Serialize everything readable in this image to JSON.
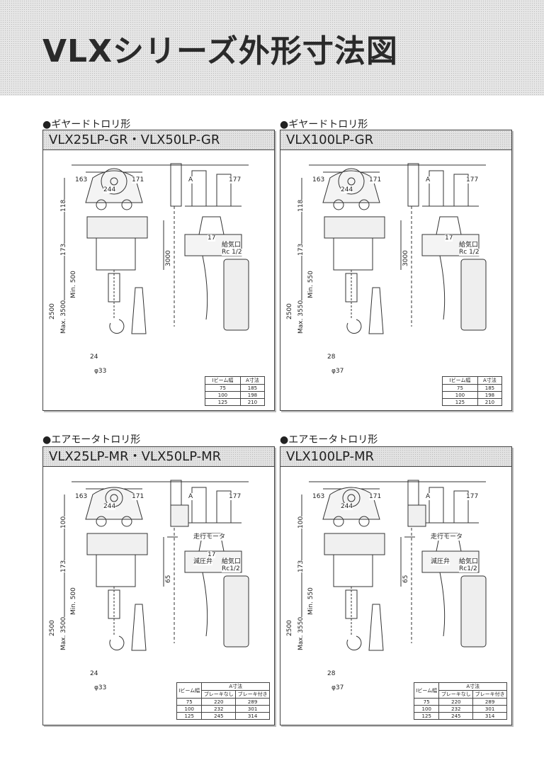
{
  "title": "VLXシリーズ外形寸法図",
  "panels": [
    {
      "section": "●ギヤードトロリ形",
      "model": "VLX25LP-GR・VLX50LP-GR",
      "type": "GR",
      "dims": {
        "w1": "163",
        "w2": "171",
        "w3": "244",
        "h1": "118",
        "h2": "173",
        "h3": "3000",
        "min": "Min. 500",
        "max": "Max. 3500",
        "lift": "2500",
        "hook": "24",
        "dia": "φ33",
        "a": "A",
        "a2": "177",
        "d17": "17",
        "air": "給気口",
        "rc": "Rc 1/2"
      },
      "table": {
        "headers": [
          "Iビーム幅",
          "A寸法"
        ],
        "rows": [
          [
            "75",
            "185"
          ],
          [
            "100",
            "198"
          ],
          [
            "125",
            "210"
          ]
        ]
      }
    },
    {
      "section": "●ギヤードトロリ形",
      "model": "VLX100LP-GR",
      "type": "GR",
      "dims": {
        "w1": "163",
        "w2": "171",
        "w3": "244",
        "h1": "118",
        "h2": "173",
        "h3": "3000",
        "min": "Min. 550",
        "max": "Max. 3550",
        "lift": "2500",
        "hook": "28",
        "dia": "φ37",
        "a": "A",
        "a2": "177",
        "d17": "17",
        "air": "給気口",
        "rc": "Rc 1/2"
      },
      "table": {
        "headers": [
          "Iビーム幅",
          "A寸法"
        ],
        "rows": [
          [
            "75",
            "185"
          ],
          [
            "100",
            "198"
          ],
          [
            "125",
            "210"
          ]
        ]
      }
    },
    {
      "section": "●エアモータトロリ形",
      "model": "VLX25LP-MR・VLX50LP-MR",
      "type": "MR",
      "dims": {
        "w1": "163",
        "w2": "171",
        "w3": "244",
        "h1": "100",
        "h2": "173",
        "h3": "65",
        "min": "Min. 500",
        "max": "Max. 3500",
        "lift": "2500",
        "hook": "24",
        "dia": "φ33",
        "a": "A",
        "a2": "177",
        "d17": "17",
        "air": "給気口",
        "rc": "Rc1/2",
        "motor": "走行モータ",
        "valve": "減圧弁"
      },
      "table": {
        "headers": [
          "Iビーム幅",
          "A寸法"
        ],
        "sub": [
          "ブレーキなし",
          "ブレーキ付き"
        ],
        "rows": [
          [
            "75",
            "220",
            "289"
          ],
          [
            "100",
            "232",
            "301"
          ],
          [
            "125",
            "245",
            "314"
          ]
        ]
      }
    },
    {
      "section": "●エアモータトロリ形",
      "model": "VLX100LP-MR",
      "type": "MR",
      "dims": {
        "w1": "163",
        "w2": "171",
        "w3": "244",
        "h1": "100",
        "h2": "173",
        "h3": "65",
        "min": "Min. 550",
        "max": "Max. 3550",
        "lift": "2500",
        "hook": "28",
        "dia": "φ37",
        "a": "A",
        "a2": "177",
        "air": "給気口",
        "rc": "Rc1/2",
        "motor": "走行モータ",
        "valve": "減圧弁"
      },
      "table": {
        "headers": [
          "Iビーム幅",
          "A寸法"
        ],
        "sub": [
          "ブレーキなし",
          "ブレーキ付き"
        ],
        "rows": [
          [
            "75",
            "220",
            "289"
          ],
          [
            "100",
            "232",
            "301"
          ],
          [
            "125",
            "245",
            "314"
          ]
        ]
      }
    }
  ]
}
